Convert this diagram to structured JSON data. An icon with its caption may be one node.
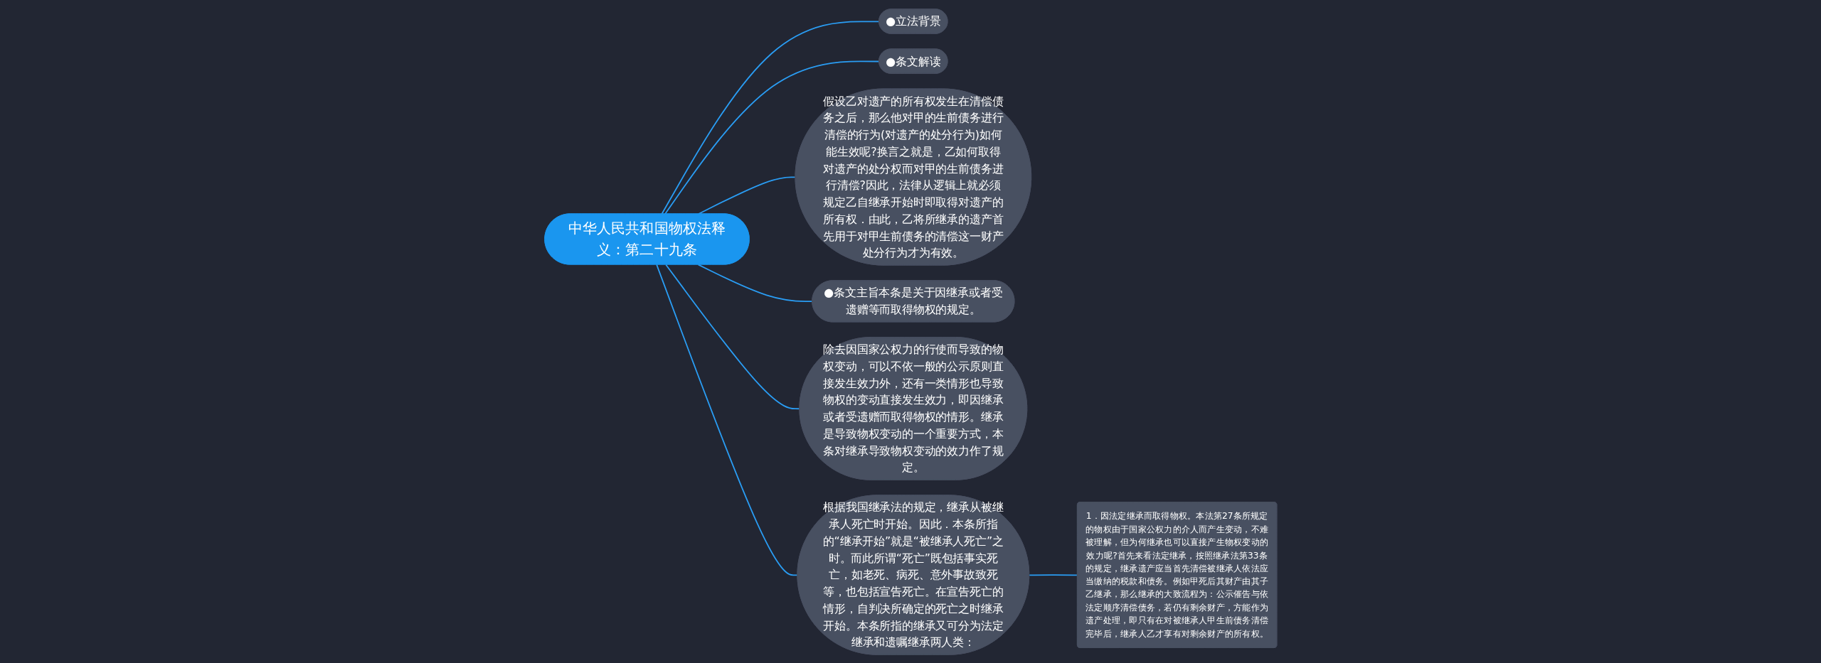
{
  "diagram": {
    "nodes": [
      {
        "text": [
          "中华人民共和国物权法释义：第二十九条"
        ]
      },
      {
        "text": [
          "●立法背景"
        ]
      },
      {
        "text": [
          "●条文解读"
        ]
      },
      {
        "text": [
          "假设乙对遗产的所有权发生在清偿债务之后，那么他对甲的生前债务进行清偿的行为(对遗产的处分行为)如何能生效呢?换言之就是，乙如何取得对遗产的处分权而对甲的生前债务进行清偿?因此，法律从逻辑上就必须规定乙自继承开始时即取得对遗产的所有权．由此，乙将所继承的遗产首先用于对甲生前债务的清偿这一财产处分行为才为有效。"
        ]
      },
      {
        "text": [
          "●条文主旨本条是关于因继承或者受遗赠等而取得物权的规定。"
        ]
      },
      {
        "text": [
          "除去因国家公权力的行使而导致的物权变动，可以不依一般的公示原则直接发生效力外，还有一类情形也导致物权的变动直接发生效力，即因继承或者受遗赠而取得物权的情形。继承是导致物权变动的一个重要方式，本条对继承导致物权变动的效力作了规定。"
        ]
      },
      {
        "text": [
          "根据我国继承法的规定，继承从被继承人死亡时开始。因此．本条所指的“继承开始”就是“被继承人死亡”之时。而此所谓“死亡”既包括事实死亡，如老死、病死、意外事故致死等，也包括宣告死亡。在宣告死亡的情形，自判决所确定的死亡之时继承开始。本条所指的继承又可分为法定继承和遗嘱继承两人类："
        ]
      },
      {
        "text": [
          "1．因法定继承而取得物权。本法第27条所规定的物权由于国家公权力的介人而产生变动，不难被理解，但为何继承也可以直接产生物权变动的效力呢?首先来看法定继承，按照继承法第33条的规定，继承遗产应当首先清偿被继承人依法应当缴纳的税款和债务。例如甲死后其财产由其子乙继承，那么继承的大致流程为：公示催告与依法定顺序清偿债务，若仍有剩余财产，方能作为遗产处理，即只有在对被继承人甲生前债务清偿完毕后，继承人乙才享有对剩余财产的所有权。"
        ]
      }
    ],
    "edges": [
      {
        "from": 0,
        "to": 1,
        "arrow": "none"
      },
      {
        "from": 0,
        "to": 2,
        "arrow": "none"
      },
      {
        "from": 0,
        "to": 3,
        "arrow": "none"
      },
      {
        "from": 0,
        "to": 4,
        "arrow": "none"
      },
      {
        "from": 0,
        "to": 5,
        "arrow": "none"
      },
      {
        "from": 0,
        "to": 6,
        "arrow": "none"
      },
      {
        "from": 6,
        "to": 7,
        "arrow": "none"
      }
    ]
  }
}
